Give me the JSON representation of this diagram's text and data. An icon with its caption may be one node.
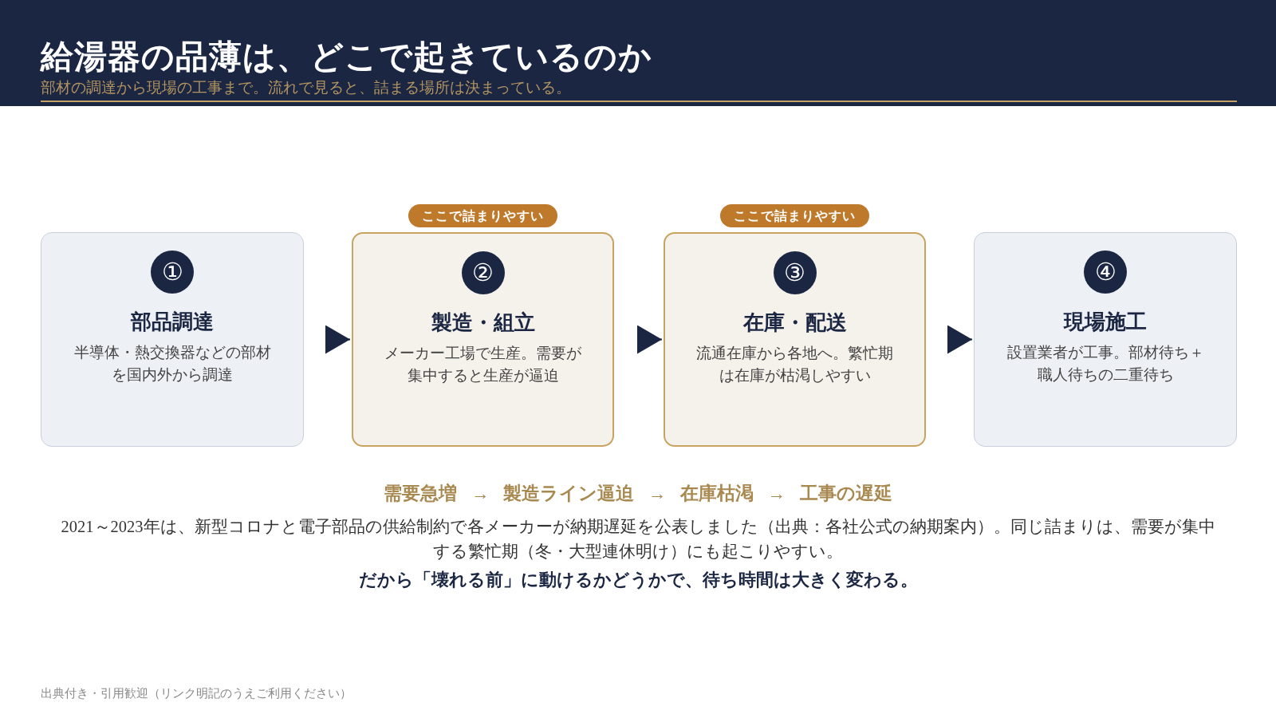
{
  "diagram": {
    "title": "給湯器の品薄は、どこで起きているのか",
    "nodes": [
      {
        "text": [
          "部品調達",
          "半導体・熱交換器などの部材を国内外から調達"
        ]
      },
      {
        "text": [
          "①"
        ],
        "in": 0
      },
      {
        "text": [
          "製造・組立",
          "メーカー工場で生産。需要が集中すると生産が逼迫"
        ],
        "beside": [
          "ここで詰まりやすい"
        ]
      },
      {
        "text": [
          "②"
        ],
        "in": 2
      },
      {
        "text": [
          "在庫・配送",
          "流通在庫から各地へ。繁忙期は在庫が枯渇しやすい"
        ],
        "beside": [
          "ここで詰まりやすい"
        ]
      },
      {
        "text": [
          "③"
        ],
        "in": 4
      },
      {
        "text": [
          "現場施工",
          "設置業者が工事。部材待ち＋職人待ちの二重待ち"
        ]
      },
      {
        "text": [
          "④"
        ],
        "in": 6
      }
    ],
    "edges": [
      {
        "from": 0,
        "to": 2,
        "arrow": "to"
      },
      {
        "from": 2,
        "to": 4,
        "arrow": "to"
      },
      {
        "from": 4,
        "to": 6,
        "arrow": "to"
      }
    ],
    "labels": [
      "部材の調達から現場の工事まで。流れで見ると、詰まる場所は決まっている。",
      "需要急増 → 製造ライン逼迫 → 在庫枯渇 → 工事の遅延",
      "2021～2023年は、新型コロナと電子部品の供給制約で各メーカーが納期遅延を公表しました（出典：各社公式の納期案内）。同じ詰まりは、需要が集中する繁忙期（冬・大型連休明け）にも起こりやすい。",
      "だから「壊れる前」に動けるかどうかで、待ち時間は大きく変わる。",
      "出典付き・引用歓迎（リンク明記のうえご利用ください）"
    ]
  }
}
